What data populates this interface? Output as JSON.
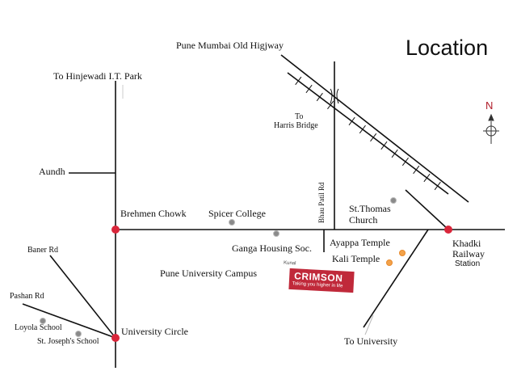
{
  "title": "Location",
  "roads": {
    "highway": "Pune Mumbai Old Higjway",
    "hinjewadi": "To Hinjewadi I.T. Park",
    "aundh": "Aundh",
    "baner": "Baner Rd",
    "pashan": "Pashan Rd",
    "bhau_patil": "Bhau Patil Rd",
    "harris": [
      "To",
      "Harris Bridge"
    ],
    "university": "To University"
  },
  "junctions": {
    "brehmen": "Brehmen Chowk",
    "university_circle": "University Circle",
    "khadki": [
      "Khadki",
      "Railway",
      "Station"
    ]
  },
  "places": {
    "spicer": "Spicer College",
    "ganga": "Ganga Housing Soc.",
    "campus": "Pune University Campus",
    "st_thomas": [
      "St.Thomas",
      "Church"
    ],
    "ayappa": "Ayappa Temple",
    "kali": "Kali Temple",
    "loyola": "Loyola School",
    "st_joseph": "St. Joseph's School"
  },
  "logo": {
    "top": "Kunal",
    "name": "CRIMSON",
    "tagline": "Taking you higher in life"
  },
  "compass": {
    "north": "N"
  },
  "colors": {
    "junction": "#d9263a",
    "landmark": "#8a8a8a",
    "temple": "#e8892a",
    "logo": "#c0293a",
    "north": "#b01c2a"
  }
}
